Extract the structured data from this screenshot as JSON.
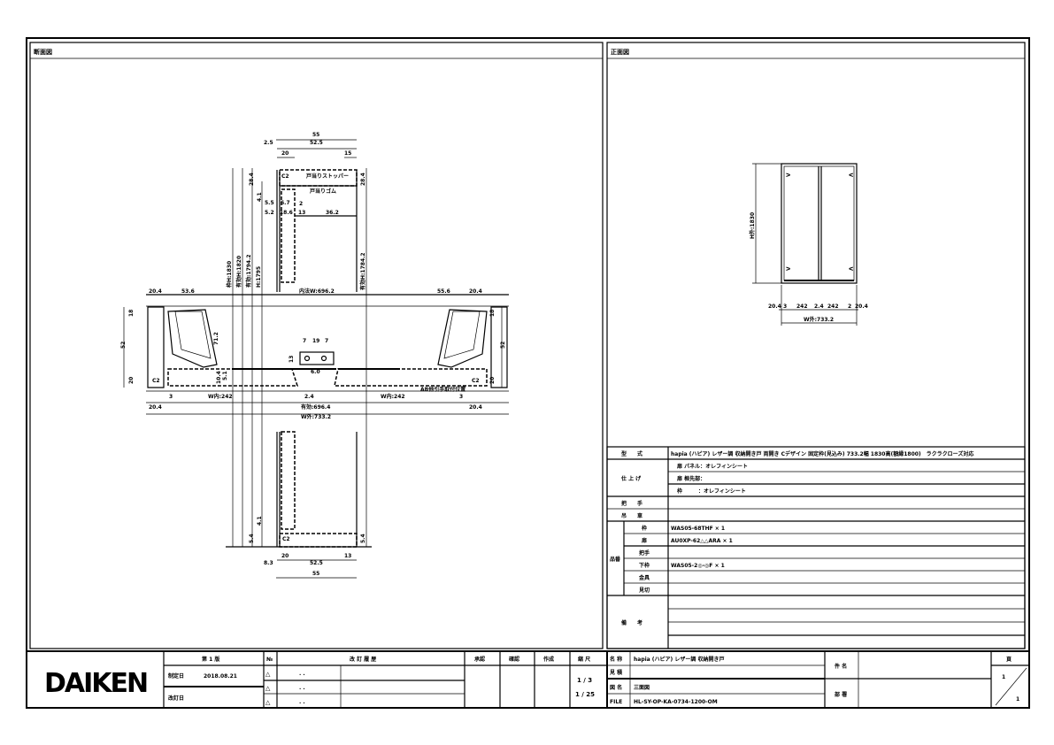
{
  "panels": {
    "section_title": "断面図",
    "front_title": "正面図"
  },
  "section_labels": [
    "55",
    "2.5",
    "52.5",
    "20",
    "15",
    "28.4",
    "C2",
    "戸当りストッパー",
    "戸当りゴム",
    "28.4",
    "4.1",
    "5.5",
    "6.7",
    "5.2",
    "18.6",
    "13",
    "36.2",
    "2",
    "枠H:1830",
    "有効H:1820",
    "有効:1794.2",
    "H:1795",
    "有効H:1784.2",
    "内法W:696.2",
    "20.4",
    "53.6",
    "55.6",
    "20.4",
    "18",
    "71.2",
    "7",
    "19",
    "7",
    "13",
    "20",
    "52",
    "52",
    "18",
    "20",
    "C2",
    "C2",
    "10.4",
    "5.1",
    "6.0",
    "3",
    "W内:242",
    "2.4",
    "W内:242",
    "3",
    "20.4",
    "有効:696.4",
    "20.4",
    "W外:733.2",
    "AB他引手取付位置",
    "4.1",
    "5.4",
    "C2",
    "5.4",
    "20",
    "13",
    "8.3",
    "52.5",
    "55"
  ],
  "front_labels": [
    "H外:1830",
    "20.4",
    "3",
    "242",
    "2.4",
    "242",
    "2",
    "20.4",
    "W外:733.2"
  ],
  "spec": {
    "model_label": "型　　式",
    "model_value": "hapia (ハピア) レザー調 収納開き戸 両開き Cデザイン 固定枠(見込み) 733.2幅 1830高(額縁1800)　ラクラクローズ対応",
    "finish_label": "仕 上 げ",
    "finish_rows": [
      "扉 パネル：オレフィンシート",
      "扉 框先部：",
      "枠　　　：オレフィンシート"
    ],
    "handle_label": "把　　手",
    "hanger_label": "吊　　車",
    "parts_label": "品番",
    "parts": [
      {
        "name": "枠",
        "value": "WAS05-68THF × 1"
      },
      {
        "name": "扉",
        "value": "AU0XP-62△△ARA × 1"
      },
      {
        "name": "把手",
        "value": ""
      },
      {
        "name": "下枠",
        "value": "WAS05-2◎-◎F × 1"
      },
      {
        "name": "金具",
        "value": ""
      },
      {
        "name": "見切",
        "value": ""
      }
    ],
    "remarks_label": "備　　考"
  },
  "title_block": {
    "logo": "DAIKEN",
    "edition": "第 1 版",
    "created_label": "制定日",
    "created_date": "2018.08.21",
    "revised_label": "改訂日",
    "no_label": "№",
    "history_label": "改 訂 履 歴",
    "revision_marks": [
      "△",
      "△",
      "△"
    ],
    "revision_dates": [
      ". .",
      ". .",
      ". ."
    ],
    "approve_label": "承認",
    "check_label": "確認",
    "author_label": "作成",
    "scale_label": "縮 尺",
    "scales": [
      "1 / 3",
      "1 / 25"
    ],
    "name_label": "名 称",
    "name_value": "hapia (ハピア) レザー調 収納開き戸",
    "spec_label": "見 積",
    "drawing_label": "図 名",
    "drawing_value": "三面図",
    "file_label": "FILE",
    "file_value": "HL-SY-OP-KA-0734-1200-OM",
    "subject_label": "件 名",
    "dept_label": "部 署",
    "page_label": "頁",
    "page_current": "1",
    "page_total": "1"
  }
}
